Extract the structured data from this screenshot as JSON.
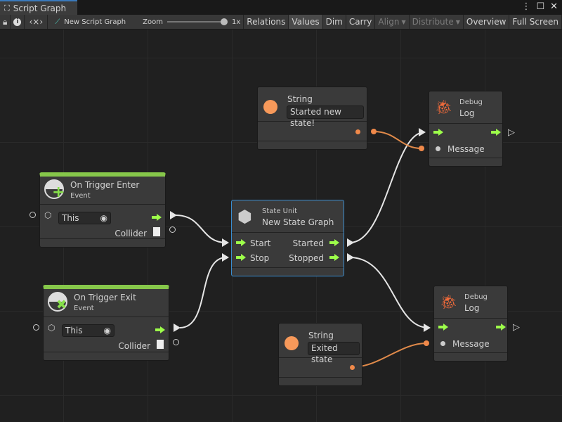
{
  "window": {
    "tab_title": "Script Graph"
  },
  "toolbar": {
    "graph_name": "New Script Graph",
    "zoom_label": "Zoom",
    "zoom_value": "1x",
    "zoom_level": 1,
    "buttons": [
      "Relations",
      "Values",
      "Dim",
      "Carry",
      "Align",
      "Distribute",
      "Overview",
      "Full Screen"
    ],
    "active": [
      "Values"
    ],
    "disabled": [
      "Align",
      "Distribute"
    ]
  },
  "nodes": {
    "string1": {
      "title": "String",
      "value": "Started new state!"
    },
    "log1": {
      "category": "Debug",
      "title": "Log",
      "message_label": "Message"
    },
    "trigger_enter": {
      "title": "On Trigger Enter",
      "subtitle": "Event",
      "target": "This",
      "output": "Collider"
    },
    "state_unit": {
      "category": "State Unit",
      "title": "New  State  Graph",
      "inputs": [
        "Start",
        "Stop"
      ],
      "outputs": [
        "Started",
        "Stopped"
      ]
    },
    "trigger_exit": {
      "title": "On Trigger Exit",
      "subtitle": "Event",
      "target": "This",
      "output": "Collider"
    },
    "string2": {
      "title": "String",
      "value": "Exited state"
    },
    "log2": {
      "category": "Debug",
      "title": "Log",
      "message_label": "Message"
    }
  },
  "colors": {
    "flow": "#9dff4a",
    "value_string": "#f0894a",
    "event_bar": "#86c74a",
    "selection": "#3a8ed0",
    "debug_icon": "#f26b3a"
  }
}
